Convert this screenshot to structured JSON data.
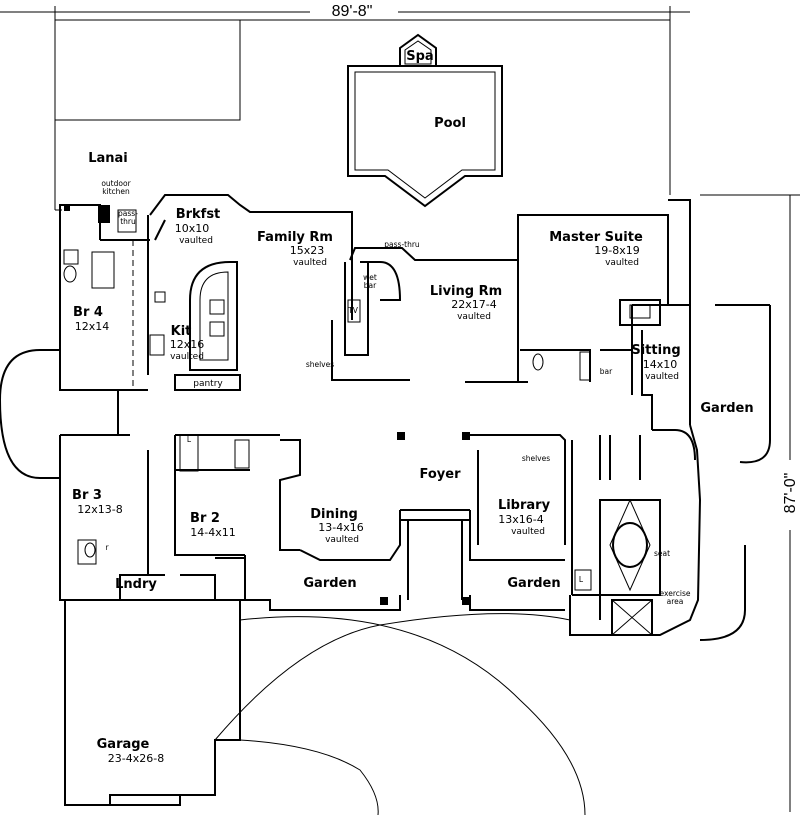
{
  "overall": {
    "width_dim": "89'-8\"",
    "depth_dim": "87'-0\""
  },
  "rooms": {
    "spa": {
      "name": "Spa"
    },
    "pool": {
      "name": "Pool"
    },
    "lanai": {
      "name": "Lanai"
    },
    "brkfst": {
      "name": "Brkfst",
      "size": "10x10",
      "note": "vaulted"
    },
    "family": {
      "name": "Family Rm",
      "size": "15x23",
      "note": "vaulted"
    },
    "master": {
      "name": "Master Suite",
      "size": "19-8x19",
      "note": "vaulted"
    },
    "living": {
      "name": "Living Rm",
      "size": "22x17-4",
      "note": "vaulted"
    },
    "br4": {
      "name": "Br 4",
      "size": "12x14"
    },
    "kit": {
      "name": "Kit",
      "size": "12x16",
      "note": "vaulted"
    },
    "sitting": {
      "name": "Sitting",
      "size": "14x10",
      "note": "vaulted"
    },
    "garden_east": {
      "name": "Garden"
    },
    "br3": {
      "name": "Br 3",
      "size": "12x13-8"
    },
    "br2": {
      "name": "Br 2",
      "size": "14-4x11"
    },
    "foyer": {
      "name": "Foyer"
    },
    "dining": {
      "name": "Dining",
      "size": "13-4x16",
      "note": "vaulted"
    },
    "library": {
      "name": "Library",
      "size": "13x16-4",
      "note": "vaulted"
    },
    "lndry": {
      "name": "Lndry"
    },
    "garden_left": {
      "name": "Garden"
    },
    "garden_right": {
      "name": "Garden"
    },
    "garage": {
      "name": "Garage",
      "size": "23-4x26-8"
    }
  },
  "notes": {
    "outdoor_kitchen_1": "outdoor",
    "outdoor_kitchen_2": "kitchen",
    "pass_thru_1": "pass-",
    "pass_thru_2": "thru",
    "pass_thru_top": "pass-thru",
    "wet_1": "wet",
    "wet_2": "bar",
    "tv": "TV",
    "shelves_family": "shelves",
    "pantry": "pantry",
    "bar_master": "bar",
    "shelves_library": "shelves",
    "seat": "seat",
    "exercise_1": "exercise",
    "exercise_2": "area",
    "l_br2": "L",
    "l_bath": "L",
    "r_lndry": "r"
  }
}
